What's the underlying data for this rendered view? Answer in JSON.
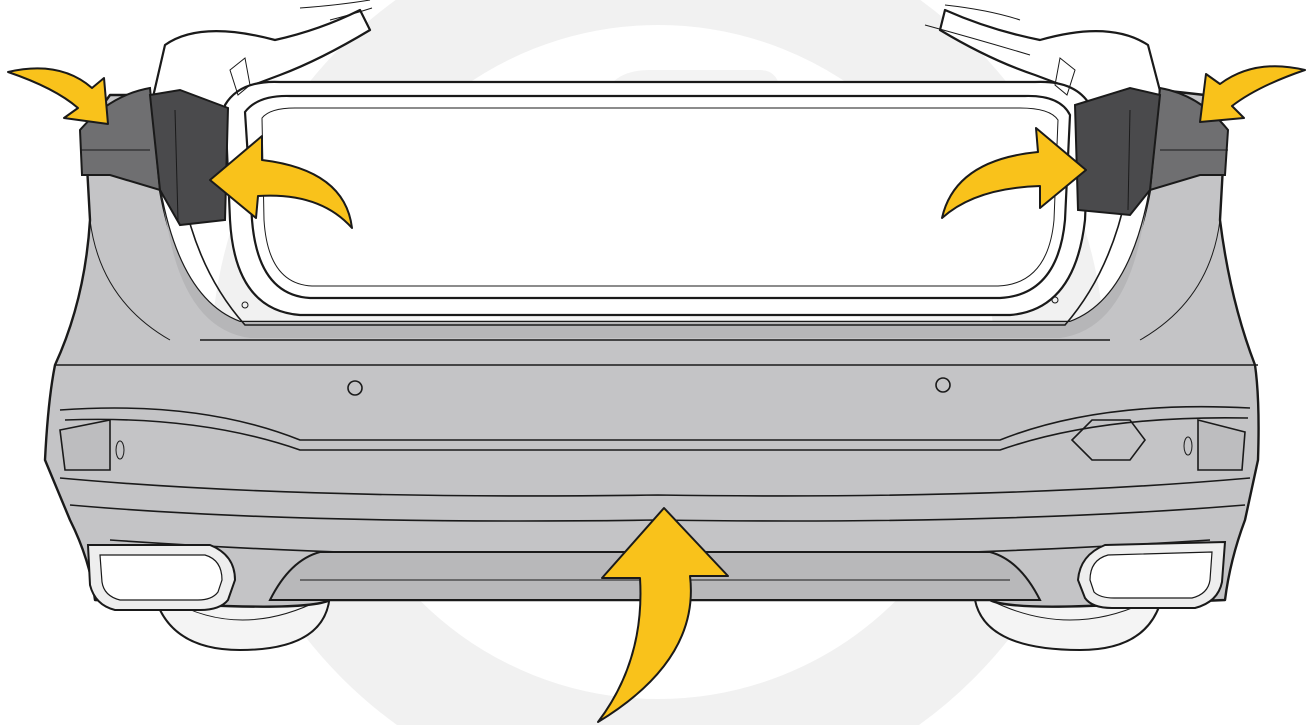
{
  "diagram": {
    "subject": "rear-bumper-removal",
    "colors": {
      "background": "#ffffff",
      "watermark": "#f1f1f1",
      "bumper_fill": "#c4c4c6",
      "bumper_shadow": "#b6b6b8",
      "trim_dark": "#4a4a4c",
      "trim_mid": "#6f6f71",
      "body_outline": "#1a1a1a",
      "body_fill": "#ffffff",
      "tyre_fill": "#f4f4f4",
      "exhaust_fill": "#eeeeee",
      "arrow_fill": "#f9c21b",
      "arrow_stroke": "#1a1a1a"
    },
    "arrows": [
      {
        "id": "left-outer",
        "direction": "pull-inward"
      },
      {
        "id": "left-inner",
        "direction": "pull-outward"
      },
      {
        "id": "right-inner",
        "direction": "pull-outward"
      },
      {
        "id": "right-outer",
        "direction": "pull-inward"
      },
      {
        "id": "bottom-center",
        "direction": "push-up"
      }
    ],
    "icons": {
      "watermark": "brand-logo-watermark",
      "arrow": "curved-arrow-icon"
    }
  }
}
